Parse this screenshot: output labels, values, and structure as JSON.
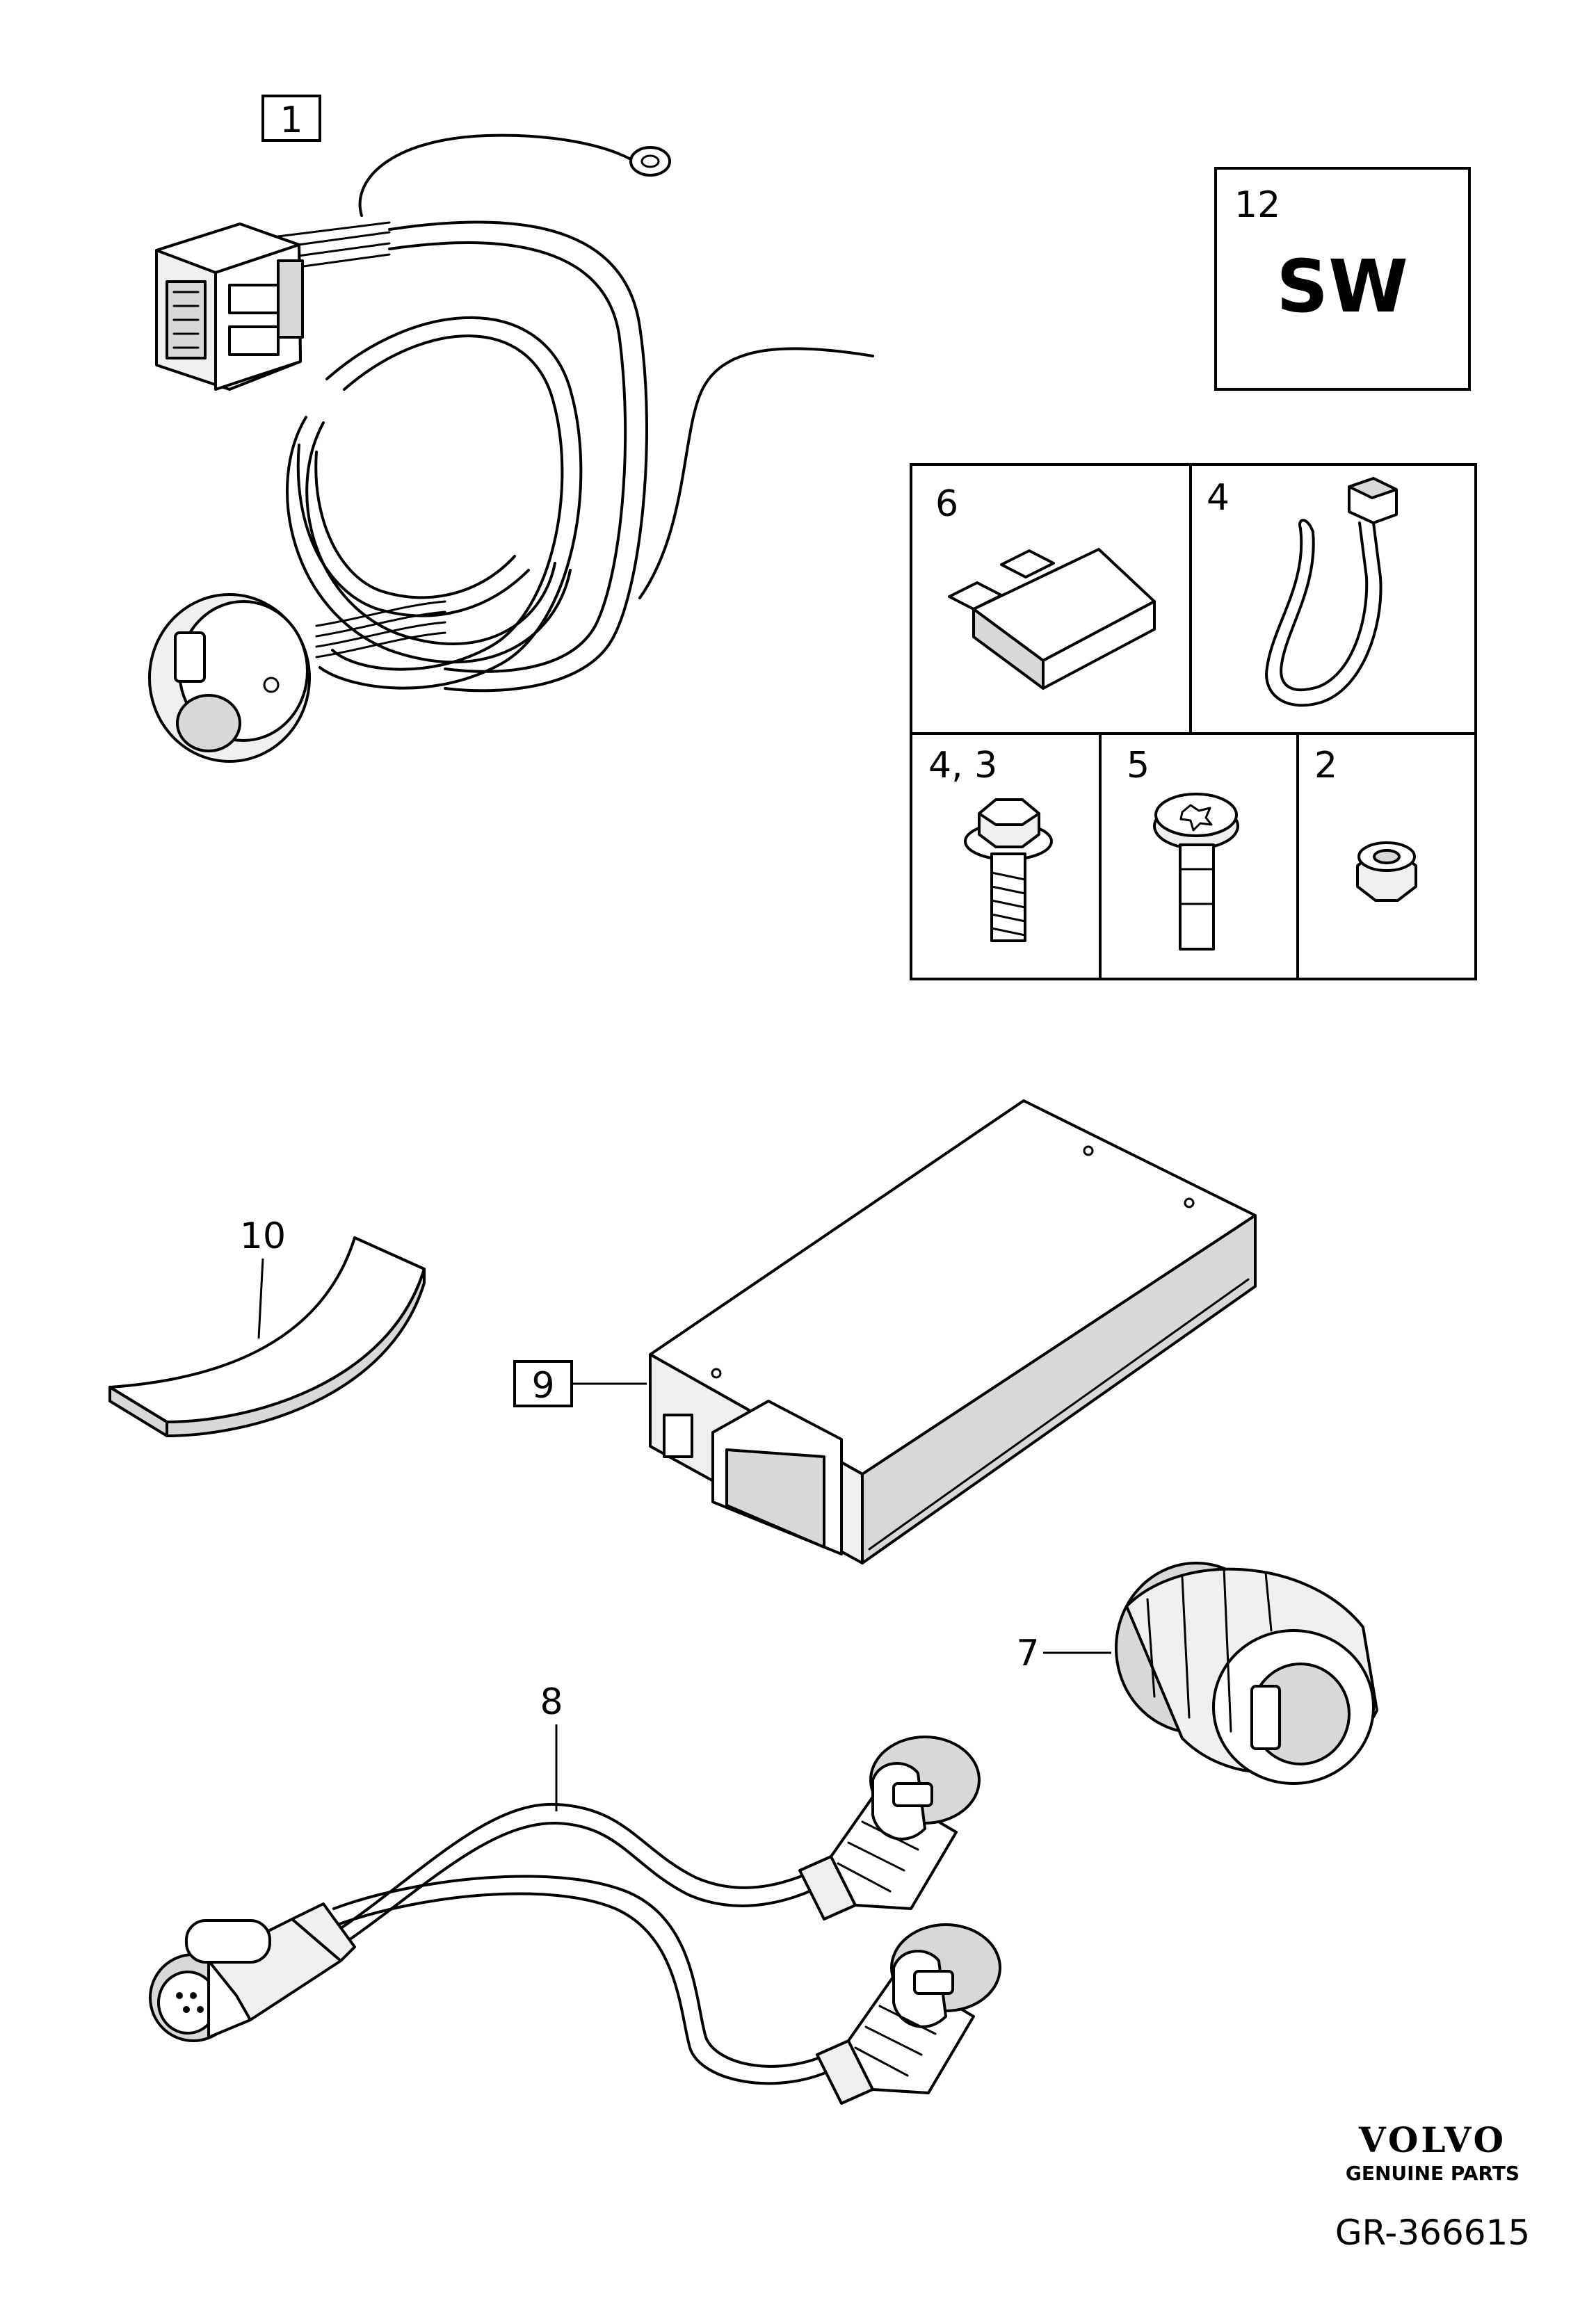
{
  "callouts": {
    "part_1": "1",
    "part_12": "12",
    "sw_label": "SW",
    "part_6": "6",
    "part_4": "4",
    "part_4_3": "4, 3",
    "part_5": "5",
    "part_2": "2",
    "part_10": "10",
    "part_9": "9",
    "part_7": "7",
    "part_8": "8"
  },
  "brand": {
    "logo_text": "VOLVO",
    "tagline": "GENUINE PARTS"
  },
  "diagram_ref": "GR-366615"
}
